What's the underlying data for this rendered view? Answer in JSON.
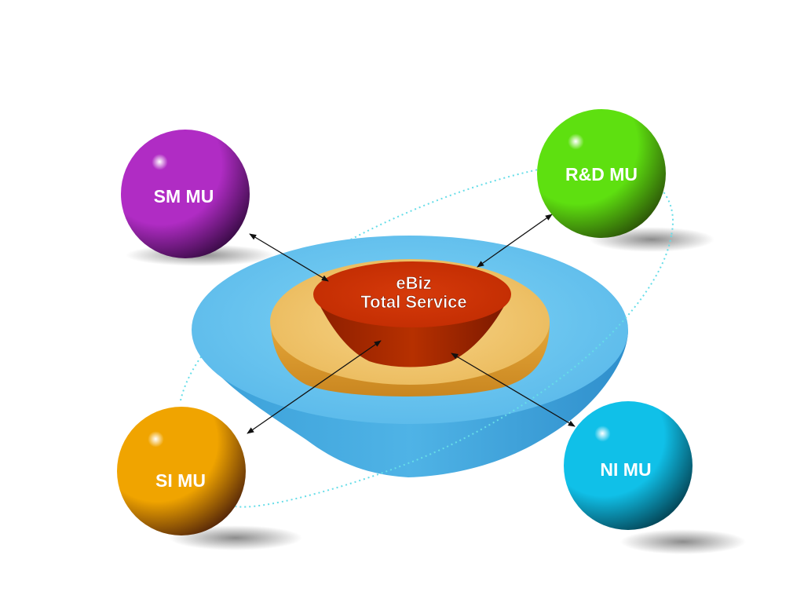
{
  "diagram": {
    "center": {
      "line1": "eBiz",
      "line2": "Total Service",
      "colors": {
        "outer_bowl": "#5fc0ec",
        "middle_disc": "#f2c060",
        "inner_cup": "#c83000"
      }
    },
    "nodes": [
      {
        "id": "sm",
        "label": "SM MU",
        "color": "#b02cc4",
        "shade": "#3d0c4a"
      },
      {
        "id": "rd",
        "label": "R&D MU",
        "color": "#5ee010",
        "shade": "#2e5a08"
      },
      {
        "id": "si",
        "label": "SI MU",
        "color": "#f0a400",
        "shade": "#5a2a08"
      },
      {
        "id": "ni",
        "label": "NI MU",
        "color": "#10c0e8",
        "shade": "#04485a"
      }
    ],
    "orbit": {
      "color": "#66dde8",
      "style": "dotted"
    },
    "connector_color": "#111111"
  }
}
